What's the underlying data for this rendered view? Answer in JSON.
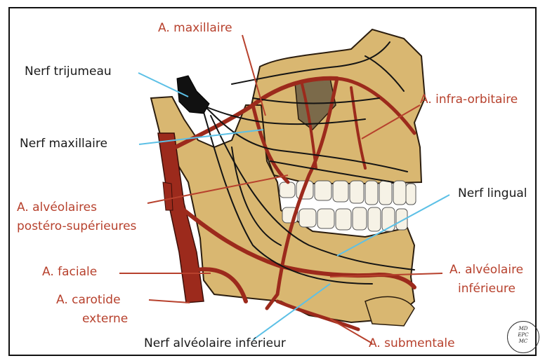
{
  "labels": {
    "maxillaire": "A. maxillaire",
    "trijumeau": "Nerf trijumeau",
    "infra_orbitaire": "A. infra-orbitaire",
    "nerf_maxillaire": "Nerf maxillaire",
    "nerf_lingual": "Nerf lingual",
    "alveolaires_ps_1": "A. alvéolaires",
    "alveolaires_ps_2": "postéro-supérieures",
    "faciale": "A. faciale",
    "alveolaire_inf_1": "A. alvéolaire",
    "alveolaire_inf_2": "inférieure",
    "carotide_1": "A. carotide",
    "carotide_2": "externe",
    "nerf_alveolaire_inf": "Nerf alvéolaire inférieur",
    "submentale": "A. submentale"
  },
  "stamp": {
    "line1": "MD",
    "line2": "EPC",
    "line3": "MC"
  },
  "colors": {
    "bone": "#d9b771",
    "artery": "#9c2a1c",
    "nerve": "#141414",
    "artery_label": "#b7412d",
    "nerve_leader": "#5cc0e6",
    "teeth": "#f6f2e6"
  }
}
